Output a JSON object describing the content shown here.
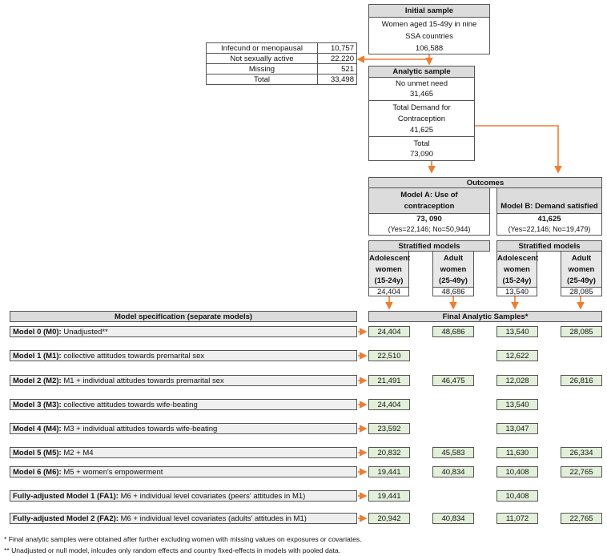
{
  "initial": {
    "title": "Initial sample",
    "line1": "Women aged 15-49y in nine",
    "line2": "SSA countries",
    "count": "106,588"
  },
  "excluded": [
    {
      "label": "Infecund or menopausal",
      "value": "10,757"
    },
    {
      "label": "Not sexually active",
      "value": "22,220"
    },
    {
      "label": "Missing",
      "value": "521"
    },
    {
      "label": "Total",
      "value": "33,498"
    }
  ],
  "analytic": {
    "title": "Analytic sample",
    "no_unmet_label": "No unmet need",
    "no_unmet_value": "31,465",
    "demand_line1": "Total Demand for",
    "demand_line2": "Contraception",
    "demand_value": "41,625",
    "total_label": "Total",
    "total_value": "73,090"
  },
  "outcomes": {
    "title": "Outcomes",
    "a_line1": "Model A: Use of",
    "a_line2": "contraception",
    "a_value": "73, 090",
    "a_split": "(Yes=22,146; No=50,944)",
    "b_title": "Model B: Demand satisfied",
    "b_value": "41,625",
    "b_split": "(Yes=22,146; No=19,479)"
  },
  "stratified": {
    "title": "Stratified models",
    "groups": [
      {
        "l1": "Adolescent",
        "l2": "women",
        "l3": "(15-24y)",
        "n": "24,404"
      },
      {
        "l1": "Adult",
        "l2": "women",
        "l3": "(25-49y)",
        "n": "48,686"
      },
      {
        "l1": "Adolescent",
        "l2": "women",
        "l3": "(15-24y)",
        "n": "13,540"
      },
      {
        "l1": "Adult",
        "l2": "women",
        "l3": "(25-49y)",
        "n": "28,085"
      }
    ]
  },
  "spec_header": "Model specification (separate models)",
  "final_header": "Final Analytic Samples*",
  "models": [
    {
      "bold": "Model 0 (M0):",
      "text": " Unadjusted**",
      "vals": [
        "24,404",
        "48,686",
        "13,540",
        "28,085"
      ]
    },
    {
      "bold": "Model 1 (M1):",
      "text": " collective attitudes towards premarital sex",
      "vals": [
        "22,510",
        "",
        "12,622",
        ""
      ]
    },
    {
      "bold": "Model 2 (M2):",
      "text": " M1 + individual attitudes towards premarital sex",
      "vals": [
        "21,491",
        "46,475",
        "12,028",
        "26,816"
      ]
    },
    {
      "bold": "Model 3 (M3):",
      "text": " collective attitudes towards wife-beating",
      "vals": [
        "24,404",
        "",
        "13,540",
        ""
      ]
    },
    {
      "bold": "Model 4 (M4):",
      "text": " M3 + individual attitudes towards wife-beating",
      "vals": [
        "23,592",
        "",
        "13,047",
        ""
      ]
    },
    {
      "bold": "Model 5 (M5):",
      "text": " M2 + M4",
      "vals": [
        "20,832",
        "45,583",
        "11,630",
        "26,334"
      ]
    },
    {
      "bold": "Model 6 (M6):",
      "text": " M5 + women's empowerment",
      "vals": [
        "19,441",
        "40,834",
        "10,408",
        "22,765"
      ]
    },
    {
      "bold": "Fully-adjusted Model 1 (FA1):",
      "text": " M6 + individual level covariates (peers' attitudes in M1)",
      "vals": [
        "19,441",
        "",
        "10,408",
        ""
      ]
    },
    {
      "bold": "Fully-adjusted Model 2 (FA2):",
      "text": " M6 + individual level covariates (adults' attitudes in M1)",
      "vals": [
        "20,942",
        "40,834",
        "11,072",
        "22,765"
      ]
    }
  ],
  "footnotes": [
    "*   Final analytic samples were obtained after further excluding women with missing values on exposures or covariates.",
    "** Unadjusted or null model, inlcudes only random effects and country fixed-effects in models with pooled data."
  ],
  "colors": {
    "arrow": "#ed7d31",
    "header_fill": "#dcdcdc",
    "value_fill": "#e2efda",
    "model_fill": "#efefef"
  }
}
